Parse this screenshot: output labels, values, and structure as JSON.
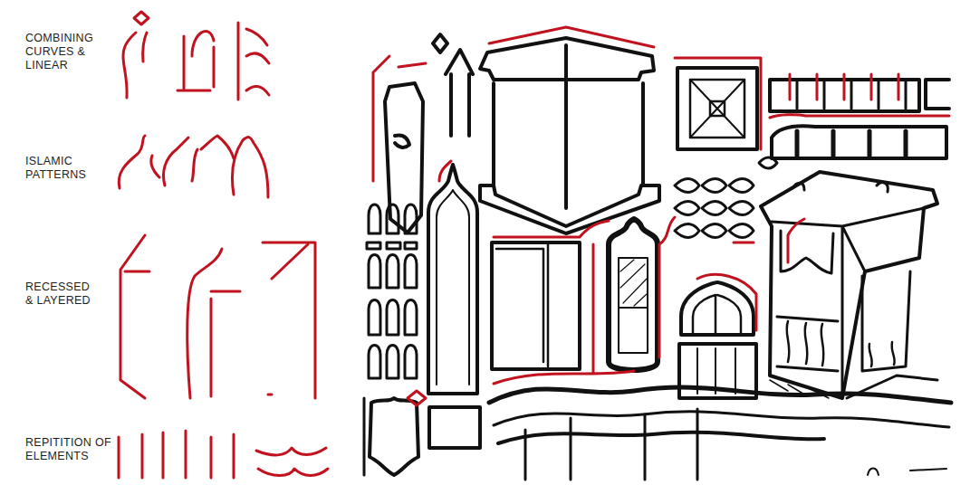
{
  "diagram": {
    "labels": [
      "COMBINING CURVES & LINEAR",
      "ISLAMIC PATTERNS",
      "RECESSED & LAYERED",
      "REPITITION OF ELEMENTS"
    ]
  }
}
